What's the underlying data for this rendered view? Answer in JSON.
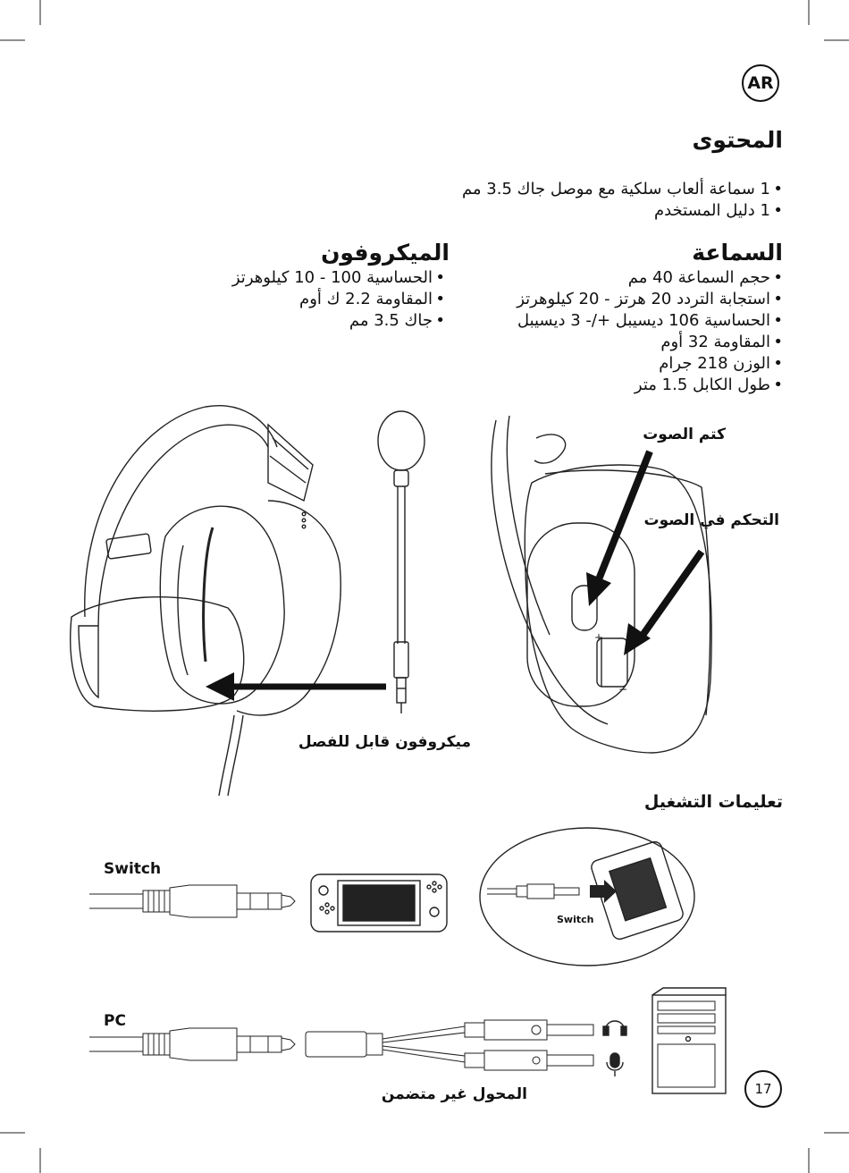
{
  "lang_badge": "AR",
  "page_number": "17",
  "content": {
    "title": "المحتوى",
    "items": [
      "1 سماعة ألعاب سلكية مع موصل جاك 3.5 مم",
      "1 دليل المستخدم"
    ]
  },
  "headset": {
    "title": "السماعة",
    "items": [
      "حجم السماعة  40 مم",
      "استجابة التردد  20 هرتز - 20 كيلوهرتز",
      "الحساسية  106 ديسيبل +/- 3 ديسيبل",
      "المقاومة  32 أوم",
      "الوزن  218 جرام",
      "طول الكابل  1.5 متر"
    ]
  },
  "microphone": {
    "title": "الميكروفون",
    "items": [
      "الحساسية  100 - 10 كيلوهرتز",
      "المقاومة  2.2 ك أوم",
      "جاك 3.5 مم"
    ]
  },
  "callouts": {
    "mute": "كتم الصوت",
    "volume": "التحكم في الصوت",
    "detachable_mic": "ميكروفون قابل للفصل"
  },
  "operation": {
    "title": "تعليمات التشغيل",
    "switch_label": "Switch",
    "switch_bubble_label": "Switch",
    "pc_label": "PC",
    "adapter_note": "المحول غير متضمن"
  }
}
